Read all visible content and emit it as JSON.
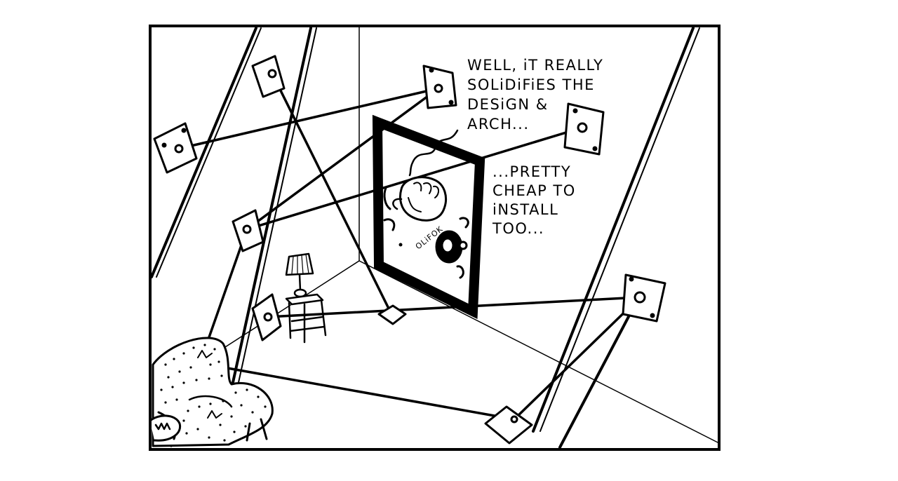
{
  "panel": {
    "speech_1": [
      "WELL, iT REALLY",
      "SOLiDiFiES THE",
      "DESiGN &",
      "ARCH..."
    ],
    "speech_2": [
      "...PRETTY",
      "CHEAP TO",
      "iNSTALL",
      "TOO..."
    ],
    "door_sign": "OLiFOK"
  }
}
